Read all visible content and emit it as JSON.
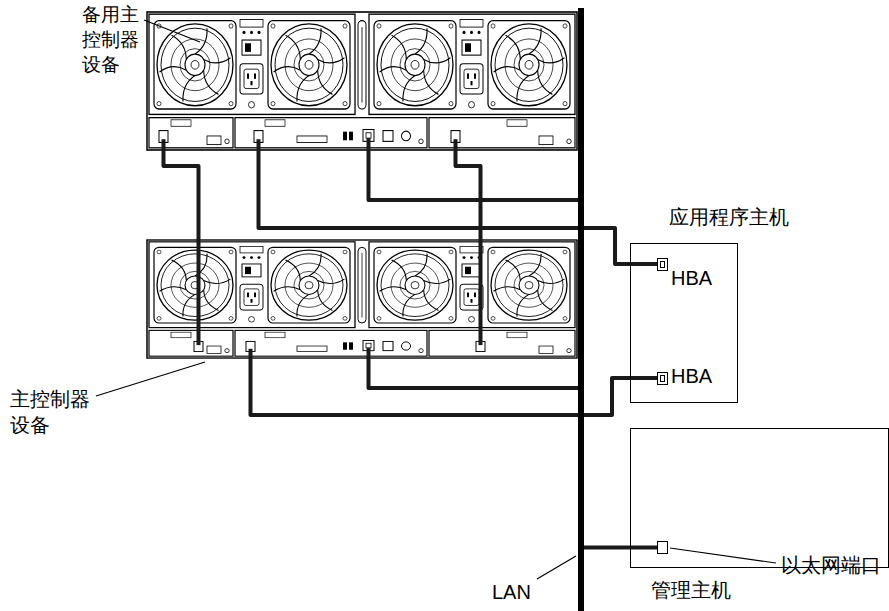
{
  "diagram": {
    "nodes": [
      {
        "text": [
          "备用主控制器设备"
        ]
      },
      {
        "text": [
          "主控制器设备"
        ]
      },
      {
        "text": [
          "应用程序主机"
        ]
      },
      {
        "text": [
          "HBA"
        ],
        "in": 2
      },
      {
        "text": [
          "HBA"
        ],
        "in": 2
      },
      {
        "text": [
          "管理主机"
        ]
      },
      {
        "text": [
          "以太网端口"
        ],
        "in": 5
      },
      {
        "text": [
          "LAN"
        ]
      }
    ],
    "edges": [
      {
        "from": 0,
        "to": 1,
        "arrow": "none"
      },
      {
        "from": 0,
        "to": 1,
        "arrow": "none"
      },
      {
        "from": 0,
        "to": 7,
        "arrow": "none"
      },
      {
        "from": 0,
        "to": 3,
        "arrow": "none"
      },
      {
        "from": 1,
        "to": 7,
        "arrow": "none"
      },
      {
        "from": 1,
        "to": 4,
        "arrow": "none"
      },
      {
        "from": 6,
        "to": 7,
        "arrow": "none"
      }
    ]
  }
}
